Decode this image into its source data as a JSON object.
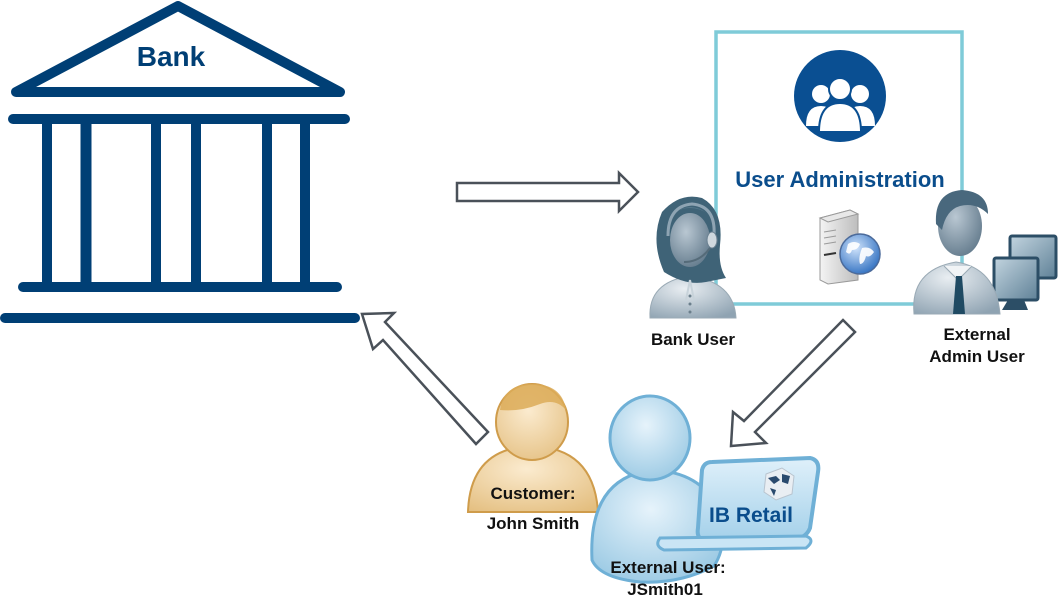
{
  "colors": {
    "bank_navy": "#003f75",
    "admin_box_border": "#7fcbd8",
    "admin_title": "#0a4d8c",
    "arrow_stroke": "#4a5159",
    "label_text": "#111111",
    "customer_tan": "#e8c58c",
    "external_user_blue": "#a9d3ea",
    "ib_retail_text": "#0a4d8c"
  },
  "bank": {
    "icon": "bank-building-icon",
    "label": "Bank"
  },
  "user_administration": {
    "icon": "user-group-icon",
    "title": "User Administration",
    "server_icon": "web-server-globe-icon"
  },
  "actors": {
    "bank_user": {
      "icon": "call-center-agent-icon",
      "label": "Bank User"
    },
    "external_admin": {
      "icon": "admin-with-monitors-icon",
      "label_line1": "External",
      "label_line2": "Admin User"
    },
    "customer": {
      "icon": "customer-person-icon",
      "label_line1": "Customer:",
      "label_line2": "John Smith"
    },
    "external_user": {
      "icon": "external-user-icon",
      "label_line1": "External User:",
      "label_line2": "JSmith01"
    }
  },
  "ib_retail": {
    "icon": "world-map-cube-icon",
    "label": "IB Retail"
  },
  "flows": [
    {
      "from": "Bank",
      "to": "User Administration",
      "direction": "right"
    },
    {
      "from": "User Administration",
      "to": "IB Retail",
      "direction": "down-left"
    },
    {
      "from": "Customer",
      "to": "Bank",
      "direction": "up-left"
    }
  ]
}
